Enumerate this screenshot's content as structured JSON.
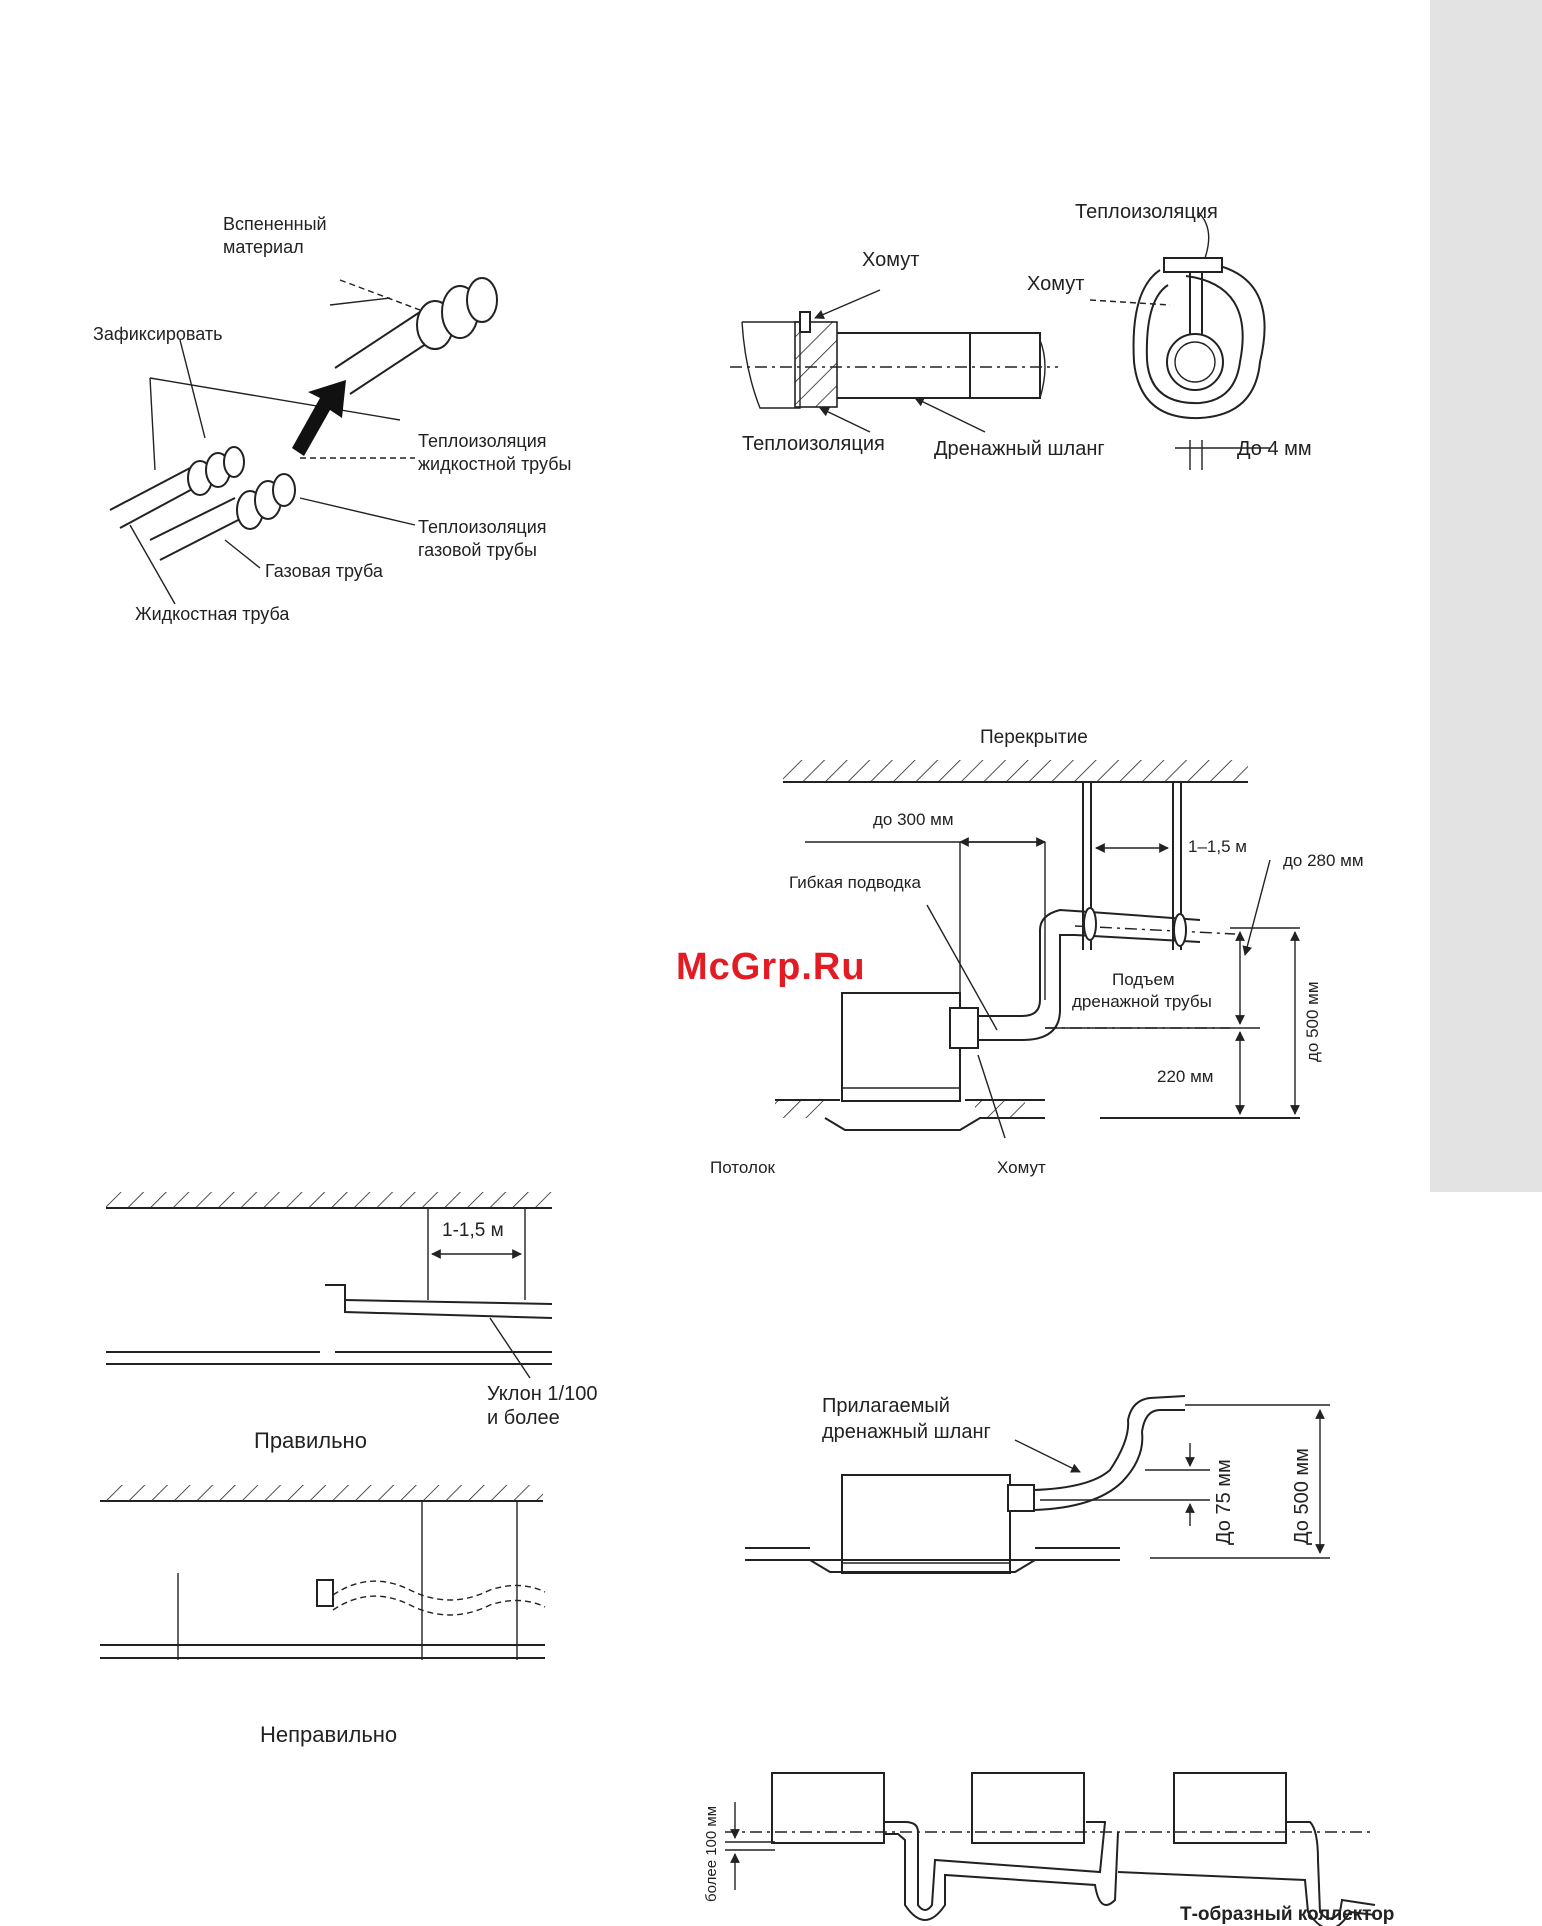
{
  "watermark": "McGrp.Ru",
  "colors": {
    "side_tab": "#e3e3e3",
    "watermark": "#e31b23",
    "line": "#222222"
  },
  "fig_pipe_insulation": {
    "foam_material": [
      "Вспененный",
      "материал"
    ],
    "fix": "Зафиксировать",
    "liquid_insulation": [
      "Теплоизоляция",
      "жидкостной трубы"
    ],
    "gas_insulation": [
      "Теплоизоляция",
      "газовой трубы"
    ],
    "gas_pipe": "Газовая труба",
    "liquid_pipe": "Жидкостная труба"
  },
  "fig_drain_clamp": {
    "clamp": "Хомут",
    "insulation_bottom": "Теплоизоляция",
    "drain_hose": "Дренажный шланг",
    "insulation_top": "Теплоизоляция",
    "clamp_section": "Хомут",
    "up_to_4mm": "До 4 мм"
  },
  "fig_drain_lift": {
    "slab": "Перекрытие",
    "up_to_300": "до 300 мм",
    "span": "1–1,5 м",
    "up_to_280": "до 280 мм",
    "flexible": "Гибкая подводка",
    "rise": [
      "Подъем",
      "дренажной трубы"
    ],
    "up_to_500": "до 500 мм",
    "mm220": "220 мм",
    "ceiling": "Потолок",
    "clamp": "Хомут"
  },
  "fig_slope": {
    "span": "1-1,5 м",
    "slope": [
      "Уклон 1/100",
      "и более"
    ],
    "correct": "Правильно",
    "incorrect": "Неправильно"
  },
  "fig_supplied_hose": {
    "hose": [
      "Прилагаемый",
      "дренажный шланг"
    ],
    "up_to_75": "До 75 мм",
    "up_to_500": "До 500 мм"
  },
  "fig_collector": {
    "more_100": "более 100 мм",
    "t_collector": "Т-образный коллектор"
  }
}
